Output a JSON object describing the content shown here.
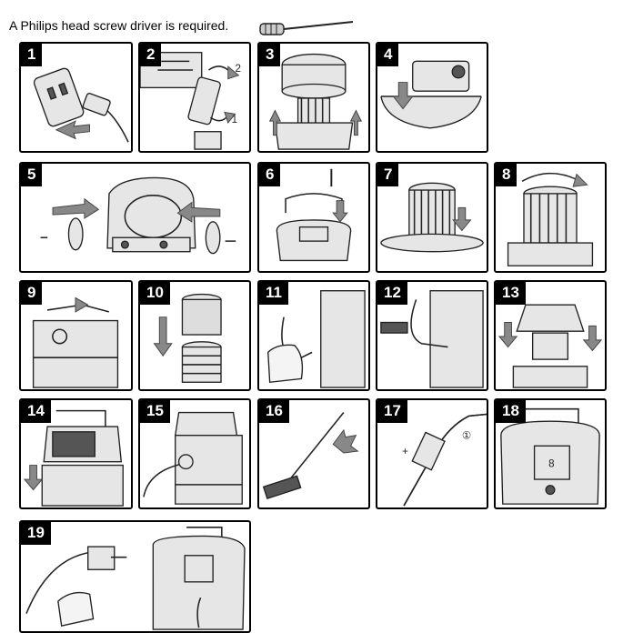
{
  "header": {
    "text": "A Philips head screw driver is required."
  },
  "steps": [
    {
      "n": "1"
    },
    {
      "n": "2",
      "labels": [
        "2",
        "1"
      ]
    },
    {
      "n": "3"
    },
    {
      "n": "4"
    },
    {
      "n": "5"
    },
    {
      "n": "6"
    },
    {
      "n": "7"
    },
    {
      "n": "8"
    },
    {
      "n": "9"
    },
    {
      "n": "10"
    },
    {
      "n": "11"
    },
    {
      "n": "12"
    },
    {
      "n": "13"
    },
    {
      "n": "14"
    },
    {
      "n": "15"
    },
    {
      "n": "16"
    },
    {
      "n": "17",
      "labels": [
        "+",
        "①"
      ]
    },
    {
      "n": "18",
      "labels": [
        "8"
      ]
    },
    {
      "n": "19"
    }
  ]
}
